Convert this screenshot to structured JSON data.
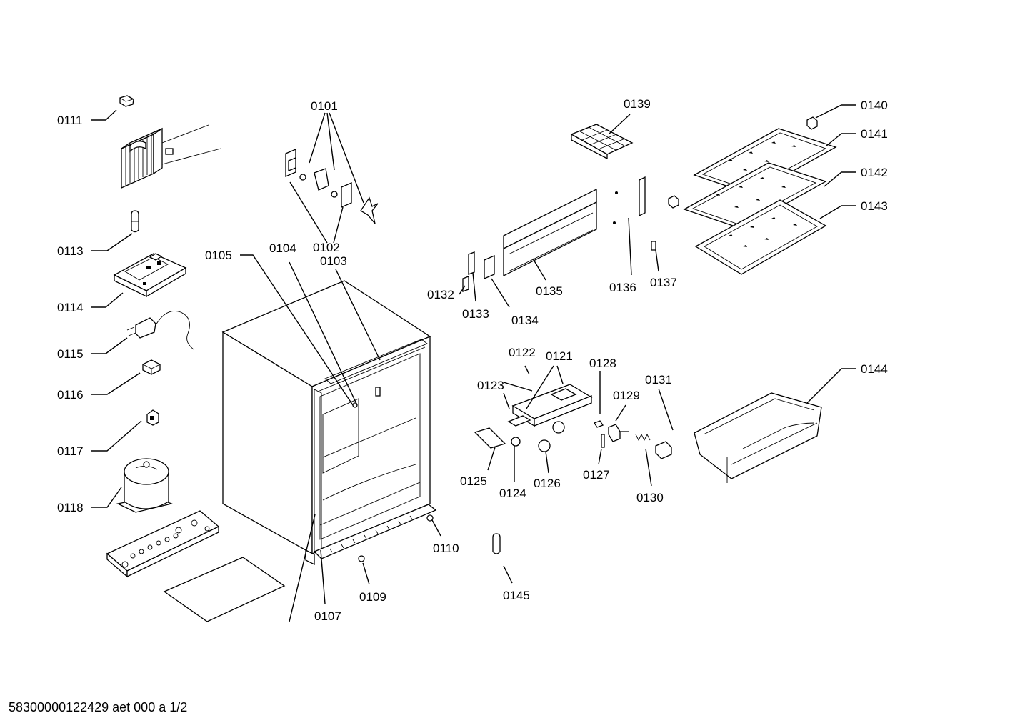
{
  "document_id": "58300000122429 aet 000 a 1/2",
  "callouts": {
    "c0101": "0101",
    "c0102": "0102",
    "c0103": "0103",
    "c0104": "0104",
    "c0105": "0105",
    "c0107": "0107",
    "c0109": "0109",
    "c0110": "0110",
    "c0111": "0111",
    "c0113": "0113",
    "c0114": "0114",
    "c0115": "0115",
    "c0116": "0116",
    "c0117": "0117",
    "c0118": "0118",
    "c0121": "0121",
    "c0122": "0122",
    "c0123": "0123",
    "c0124": "0124",
    "c0125": "0125",
    "c0126": "0126",
    "c0127": "0127",
    "c0128": "0128",
    "c0129": "0129",
    "c0130": "0130",
    "c0131": "0131",
    "c0132": "0132",
    "c0133": "0133",
    "c0134": "0134",
    "c0135": "0135",
    "c0136": "0136",
    "c0137": "0137",
    "c0139": "0139",
    "c0140": "0140",
    "c0141": "0141",
    "c0142": "0142",
    "c0143": "0143",
    "c0144": "0144",
    "c0145": "0145"
  }
}
